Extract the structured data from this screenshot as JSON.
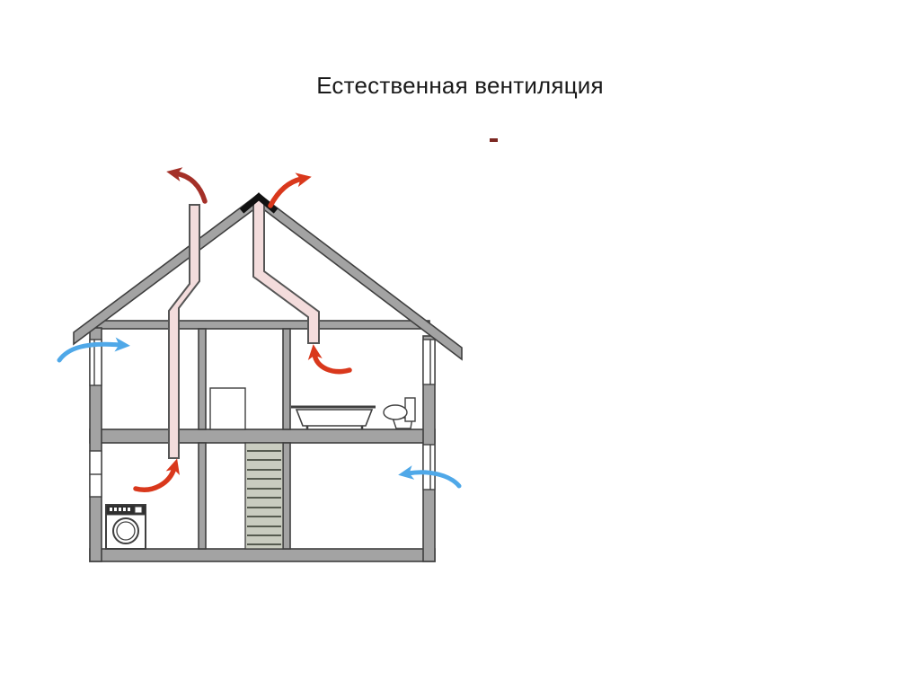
{
  "title": "Естественная вентиляция",
  "diagram": {
    "type": "house-cross-section-natural-ventilation",
    "elements": [
      "roof",
      "attic",
      "left-exhaust-pipe",
      "right-exhaust-pipe",
      "ridge-cap",
      "second-floor-bathroom",
      "bathtub",
      "toilet",
      "shower-cabinet",
      "staircase",
      "washing-machine",
      "windows",
      "exhaust-arrows-red",
      "fresh-air-arrows-blue"
    ]
  },
  "colors": {
    "background": "#ffffff",
    "title_color": "#1a1a1a",
    "wall_fill": "#a3a3a3",
    "outline": "#3f3f3f",
    "pipe_fill": "#f3dcdc",
    "pipe_outline": "#555555",
    "stair_fill": "#c9ccc0",
    "stair_line": "#565b50",
    "red_arrow": "#d9381c",
    "dark_red_arrow": "#a43028",
    "blue_arrow": "#4fa8e8",
    "cap_black": "#111111",
    "machine_panel": "#2f2f2f",
    "artifact_red": "#7c2822"
  }
}
